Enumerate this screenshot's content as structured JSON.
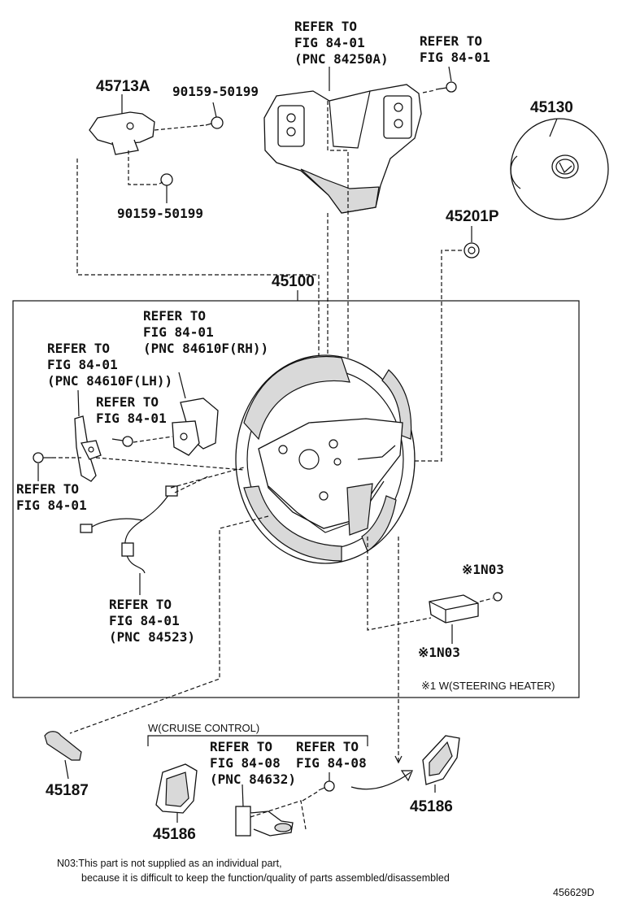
{
  "refs": {
    "top_center": [
      "REFER TO",
      "FIG 84-01",
      "(PNC 84250A)"
    ],
    "top_right": [
      "REFER TO",
      "FIG 84-01"
    ],
    "rh_paddle": [
      "REFER TO",
      "FIG 84-01",
      "(PNC 84610F(RH))"
    ],
    "lh_paddle": [
      "REFER TO",
      "FIG 84-01",
      "(PNC 84610F(LH))"
    ],
    "screw_mid": [
      "REFER TO",
      "FIG 84-01"
    ],
    "screw_left": [
      "REFER TO",
      "FIG 84-01"
    ],
    "harness": [
      "REFER TO",
      "FIG 84-01",
      "(PNC 84523)"
    ],
    "cruise_switch": [
      "REFER TO",
      "FIG 84-08",
      "(PNC 84632)"
    ],
    "cruise_screw": [
      "REFER TO",
      "FIG 84-08"
    ]
  },
  "parts": {
    "p45713A": "45713A",
    "p90159_top": "90159-50199",
    "p90159_bottom": "90159-50199",
    "p45130": "45130",
    "p45201P": "45201P",
    "p45100": "45100",
    "n03_top": "※1N03",
    "n03_bottom": "※1N03",
    "p45187": "45187",
    "p45186_left": "45186",
    "p45186_right": "45186"
  },
  "box_note": "※1 W(STEERING HEATER)",
  "cruise_group_label": "W(CRUISE CONTROL)",
  "footnote": {
    "line1": "N03:This part is not supplied as an individual part,",
    "line2": "because it is difficult to keep the function/quality of parts assembled/disassembled"
  },
  "figure_id": "456629D"
}
